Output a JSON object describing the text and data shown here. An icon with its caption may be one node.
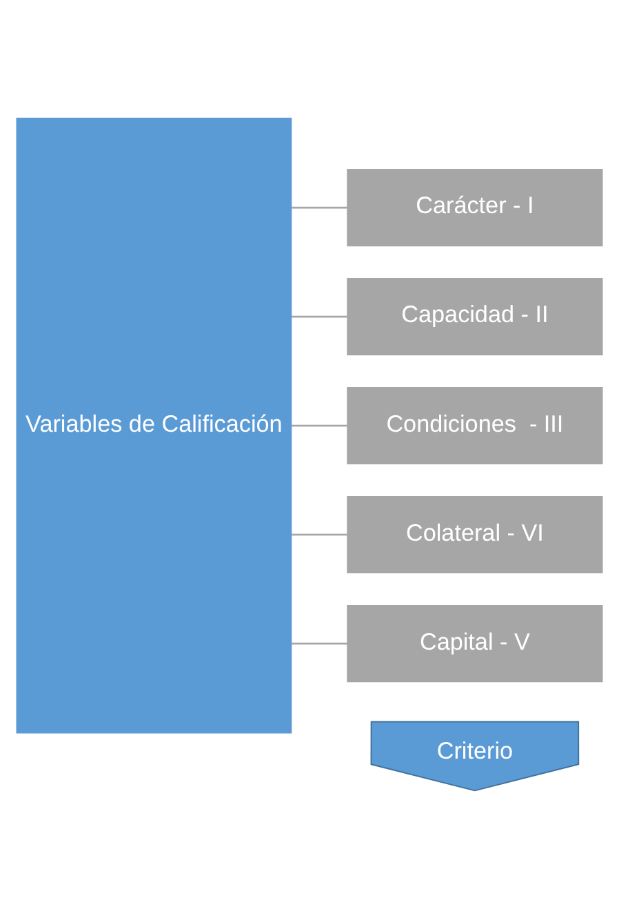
{
  "diagram": {
    "nodes": [
      {
        "text": [
          "Criterio"
        ]
      },
      {
        "text": [
          "Variables de Calificación"
        ]
      },
      {
        "text": [
          "Carácter - I"
        ]
      },
      {
        "text": [
          "Capacidad - II"
        ]
      },
      {
        "text": [
          "Condiciones  - III"
        ]
      },
      {
        "text": [
          "Colateral - VI"
        ]
      },
      {
        "text": [
          "Capital - V"
        ]
      }
    ],
    "edges": [
      {
        "from": 1,
        "to": 2,
        "arrow": "none"
      },
      {
        "from": 1,
        "to": 3,
        "arrow": "none"
      },
      {
        "from": 1,
        "to": 4,
        "arrow": "none"
      },
      {
        "from": 1,
        "to": 5,
        "arrow": "none"
      },
      {
        "from": 1,
        "to": 6,
        "arrow": "none"
      }
    ]
  }
}
